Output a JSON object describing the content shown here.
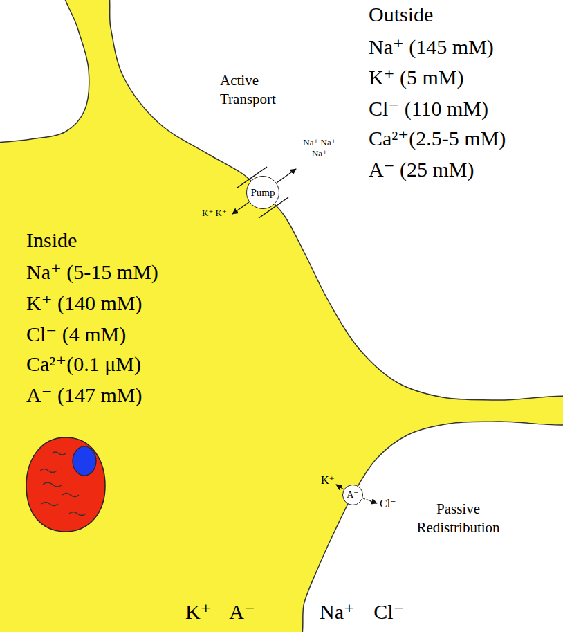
{
  "diagram": {
    "nodes": [
      {
        "text": [
          "Inside",
          "Na⁺ (5-15 mM)",
          "K⁺ (140 mM)",
          "Cl⁻ (4 mM)",
          "Ca²⁺(0.1 μM)",
          "A⁻ (147 mM)"
        ]
      },
      {
        "text": [
          "Pump"
        ]
      },
      {
        "text": [
          "A⁻"
        ]
      }
    ],
    "labels": [
      "Outside",
      "Na⁺ (145 mM)",
      "K⁺ (5 mM)",
      "Cl⁻ (110 mM)",
      "Ca²⁺(2.5-5 mM)",
      "A⁻ (25 mM)",
      "Active Transport",
      "Na⁺ Na⁺ Na⁺",
      "K⁺ K⁺",
      "K⁺",
      "Cl⁻",
      "Passive Redistribution",
      "K⁺ A⁻",
      "Na⁺ Cl⁻"
    ]
  }
}
